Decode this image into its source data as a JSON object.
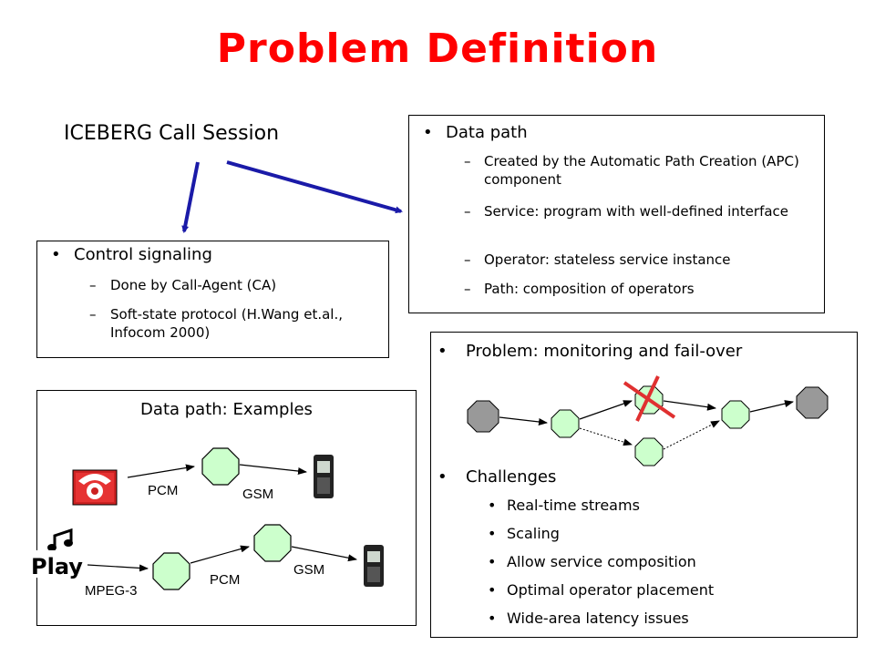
{
  "slide": {
    "title": "Problem Definition",
    "iceberg_label": "ICEBERG Call Session"
  },
  "control_box": {
    "heading": "Control signaling",
    "items": [
      "Done by Call-Agent (CA)",
      "Soft-state protocol (H.Wang et.al., Infocom 2000)"
    ]
  },
  "datapath_box": {
    "heading": "Data path",
    "items": [
      "Created by the Automatic Path Creation (APC) component",
      "Service: program with well-defined interface",
      "Operator: stateless service instance",
      "Path: composition of operators"
    ]
  },
  "examples_box": {
    "heading": "Data path: Examples",
    "labels": [
      "PCM",
      "GSM",
      "MPEG-3",
      "PCM",
      "GSM"
    ],
    "play_label": "Play"
  },
  "problem_box": {
    "problem_heading": "Problem: monitoring and fail-over",
    "challenges_heading": "Challenges",
    "challenges": [
      "Real-time streams",
      "Scaling",
      "Allow service composition",
      "Optimal operator placement",
      "Wide-area latency issues"
    ]
  },
  "colors": {
    "title": "#ff0000",
    "arrow": "#1a1aa8",
    "operator_fill": "#ccffcc",
    "node_fill": "#999999",
    "cross": "#e03030"
  },
  "icons": [
    "telephone-icon",
    "cellphone-icon",
    "music-note-icon",
    "operator-octagon",
    "failed-operator-cross"
  ]
}
